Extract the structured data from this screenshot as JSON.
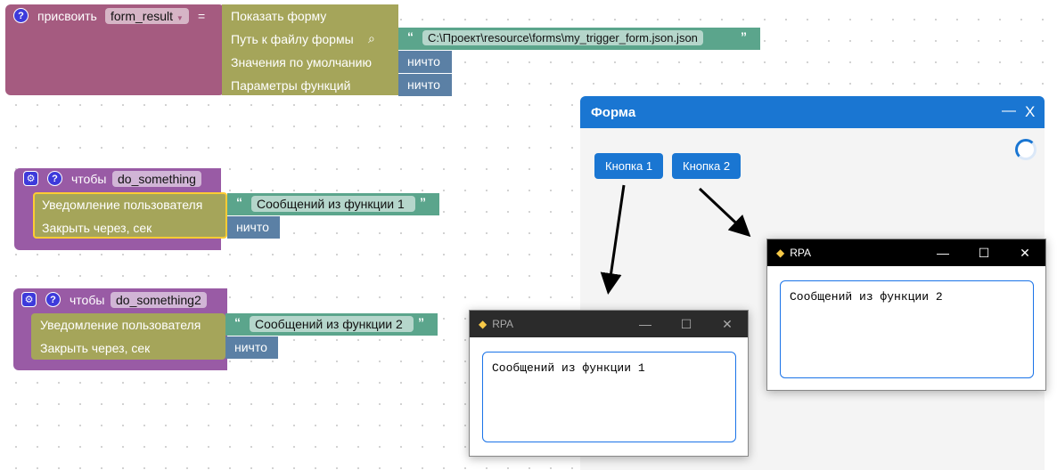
{
  "assign_block": {
    "label": "присвоить",
    "variable": "form_result",
    "equals": "="
  },
  "show_form": {
    "title": "Показать форму",
    "path_label": "Путь к файлу формы",
    "path_value": "C:\\Проект\\resource\\forms\\my_trigger_form.json.json",
    "defaults_label": "Значения по умолчанию",
    "defaults_value": "ничто",
    "params_label": "Параметры функций",
    "params_value": "ничто"
  },
  "functions": [
    {
      "label": "чтобы",
      "name": "do_something",
      "notify_label": "Уведомление пользователя",
      "message": "Сообщений из функции 1",
      "close_label": "Закрыть через, сек",
      "close_value": "ничто"
    },
    {
      "label": "чтобы",
      "name": "do_something2",
      "notify_label": "Уведомление пользователя",
      "message": "Сообщений из функции 2",
      "close_label": "Закрыть через, сек",
      "close_value": "ничто"
    }
  ],
  "form_window": {
    "title": "Форма",
    "minimize": "—",
    "close": "X",
    "button1": "Кнопка 1",
    "button2": "Кнопка 2"
  },
  "rpa_windows": [
    {
      "title": "RPA",
      "message": "Сообщений из функции 1"
    },
    {
      "title": "RPA",
      "message": "Сообщений из функции 2"
    }
  ],
  "colors": {
    "accent": "#1a76d2",
    "assign": "#a55b80",
    "procedure": "#995ba5",
    "olive": "#a5a55a",
    "text": "#5ba58c",
    "null": "#5b80a5"
  }
}
